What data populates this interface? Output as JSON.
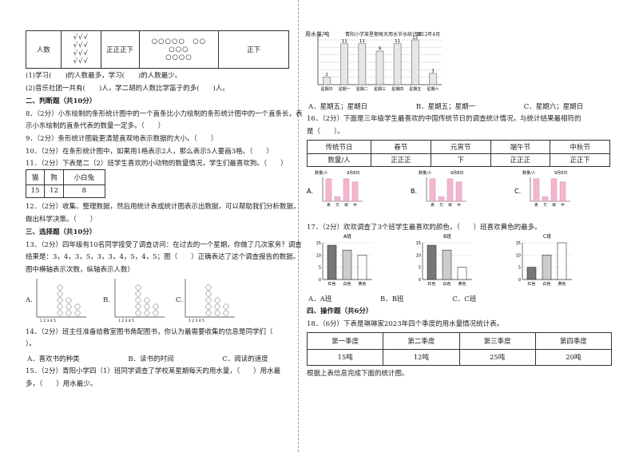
{
  "left": {
    "tally_table": {
      "row_label": "人数",
      "cells": [
        "√√√\n√√√\n√√√\n√√√",
        "正正正下",
        "○○○○○　○○\n○○○\n○○○○",
        "正下"
      ]
    },
    "q_fill_1": "(1)学习(　　)的人数最多，学习(　　)的人数最少。",
    "q_fill_2": "(2)音乐社团一共有(　　)人，学二胡的人数比学笛子的多(　　)人。",
    "section2": "二、判断题（共10分）",
    "q8a": "8．（2分）小东绘制的条形统计图中的一个直条比小力绘制的条形统计图中的一个直条长，表",
    "q8b": "示小东绘制的直条代表的数量一定多。（　　）",
    "q9": "9．（2分）条形统计图能更清楚直观地表示数据的大小。（　　）",
    "q10": "10．（2分）在条形统计图中，如果用1格表示2人，那么表示5人要画3格。（　　）",
    "q11": "11．（2分）下表是二（2）班学生喜欢的小动物的数量情况，学生们最喜欢狗。（　　）",
    "animal_table": {
      "headers": [
        "猫",
        "狗",
        "小白兔"
      ],
      "values": [
        "15",
        "12",
        "8"
      ]
    },
    "q12a": "12．（2分）收集、整理数据，然后用统计表或统计图表示出数据，可以帮助我们分析数据，",
    "q12b": "做出科学决策。（　　）",
    "section3": "三、选择题（共10分）",
    "q13a": "13．（2分）四年级有10名同学接受了调查访问：在过去的一个星期，你做了几次家务？调查",
    "q13b": "结果是：3，4，3，5，3，3，4，5，4，5；图（　　）正确表达了这个调查报告的数据。",
    "q13c": "图中横轴表示次数，纵轴表示人数）",
    "q13_options": [
      "A.",
      "B.",
      "C."
    ],
    "q13_axis_ticks": "1 2 3 4 5",
    "q14a": "14．（2分）班主任准备给教室图书角配图书，你认为最需要收集的信息是同学们（",
    "q14b": "）。",
    "q14_options": [
      "A．喜欢书的种类",
      "B．读书的时间",
      "C．阅读的速度"
    ],
    "q15a": "15．（2分）青阳小学四（1）班同学调查了学校某星期每天的用水量，（　　）用水最",
    "q15b": "多，（　　）用水最少。"
  },
  "right": {
    "water_chart_title": "青阳小学某星期每天用水节水统计图",
    "water_chart_date": "2012年4月",
    "water_chart_ylabel": "用水量/吨",
    "q15_options": [
      "A．星期五；星期日",
      "B．星期五；星期一",
      "C．星期六；星期日"
    ],
    "q16a": "16．（2分）下面是三年级学生最喜欢的中国传统节日的调查统计情况，与统计结果最相符的",
    "q16b": "是（　　）。",
    "festival_table": {
      "headers": [
        "传统节日",
        "春节",
        "元宵节",
        "端午节",
        "中秋节"
      ],
      "row_label": "数量/人",
      "cells": [
        "正正正",
        "下",
        "正正正",
        "正正下"
      ]
    },
    "q16_charts": {
      "ylabel": "数量/人",
      "date": "9月8日",
      "options": [
        "A.",
        "B.",
        "C."
      ],
      "cats": [
        "春节",
        "元宵节",
        "端午节",
        "中秋节"
      ]
    },
    "q17": "17．（2分）欢欢调查了3个班学生最喜欢的颜色，（　　）班喜欢黄色的最多。",
    "q17_charts": [
      {
        "title": "A班",
        "cats": [
          "红色",
          "白色",
          "黄色"
        ]
      },
      {
        "title": "B班",
        "cats": [
          "红色",
          "白色",
          "黄色"
        ]
      },
      {
        "title": "C班",
        "cats": [
          "红色",
          "白色",
          "黄色"
        ]
      }
    ],
    "q17_options": [
      "A．A班",
      "B．B班",
      "C．C班"
    ],
    "section4": "四、操作题（共6分）",
    "q18": "18．（6分）下表是琳琳家2023年四个季度的用水量情况统计表。",
    "season_table": {
      "headers": [
        "第一季度",
        "第二季度",
        "第三季度",
        "第四季度"
      ],
      "values": [
        "15吨",
        "12吨",
        "25吨",
        "20吨"
      ]
    },
    "q18_tail": "根据上表信息完成下面的统计图。"
  },
  "chart_data": [
    {
      "type": "bar",
      "title": "青阳小学某星期每天用水节水统计图",
      "ylabel": "用水量/吨",
      "categories": [
        "星期日",
        "星期一",
        "星期二",
        "星期三",
        "星期四",
        "星期五",
        "星期六"
      ],
      "values": [
        2,
        11,
        11,
        9,
        11,
        12,
        3
      ],
      "ylim": [
        0,
        12
      ]
    },
    {
      "type": "bar",
      "title": "A班",
      "categories": [
        "红色",
        "白色",
        "黄色"
      ],
      "values": [
        14,
        12,
        10
      ],
      "ylim": [
        0,
        15
      ]
    },
    {
      "type": "bar",
      "title": "B班",
      "categories": [
        "红色",
        "白色",
        "黄色"
      ],
      "values": [
        14,
        12,
        5
      ],
      "ylim": [
        0,
        15
      ]
    },
    {
      "type": "bar",
      "title": "C班",
      "categories": [
        "红色",
        "白色",
        "黄色"
      ],
      "values": [
        5,
        10,
        15
      ],
      "ylim": [
        0,
        15
      ]
    }
  ]
}
